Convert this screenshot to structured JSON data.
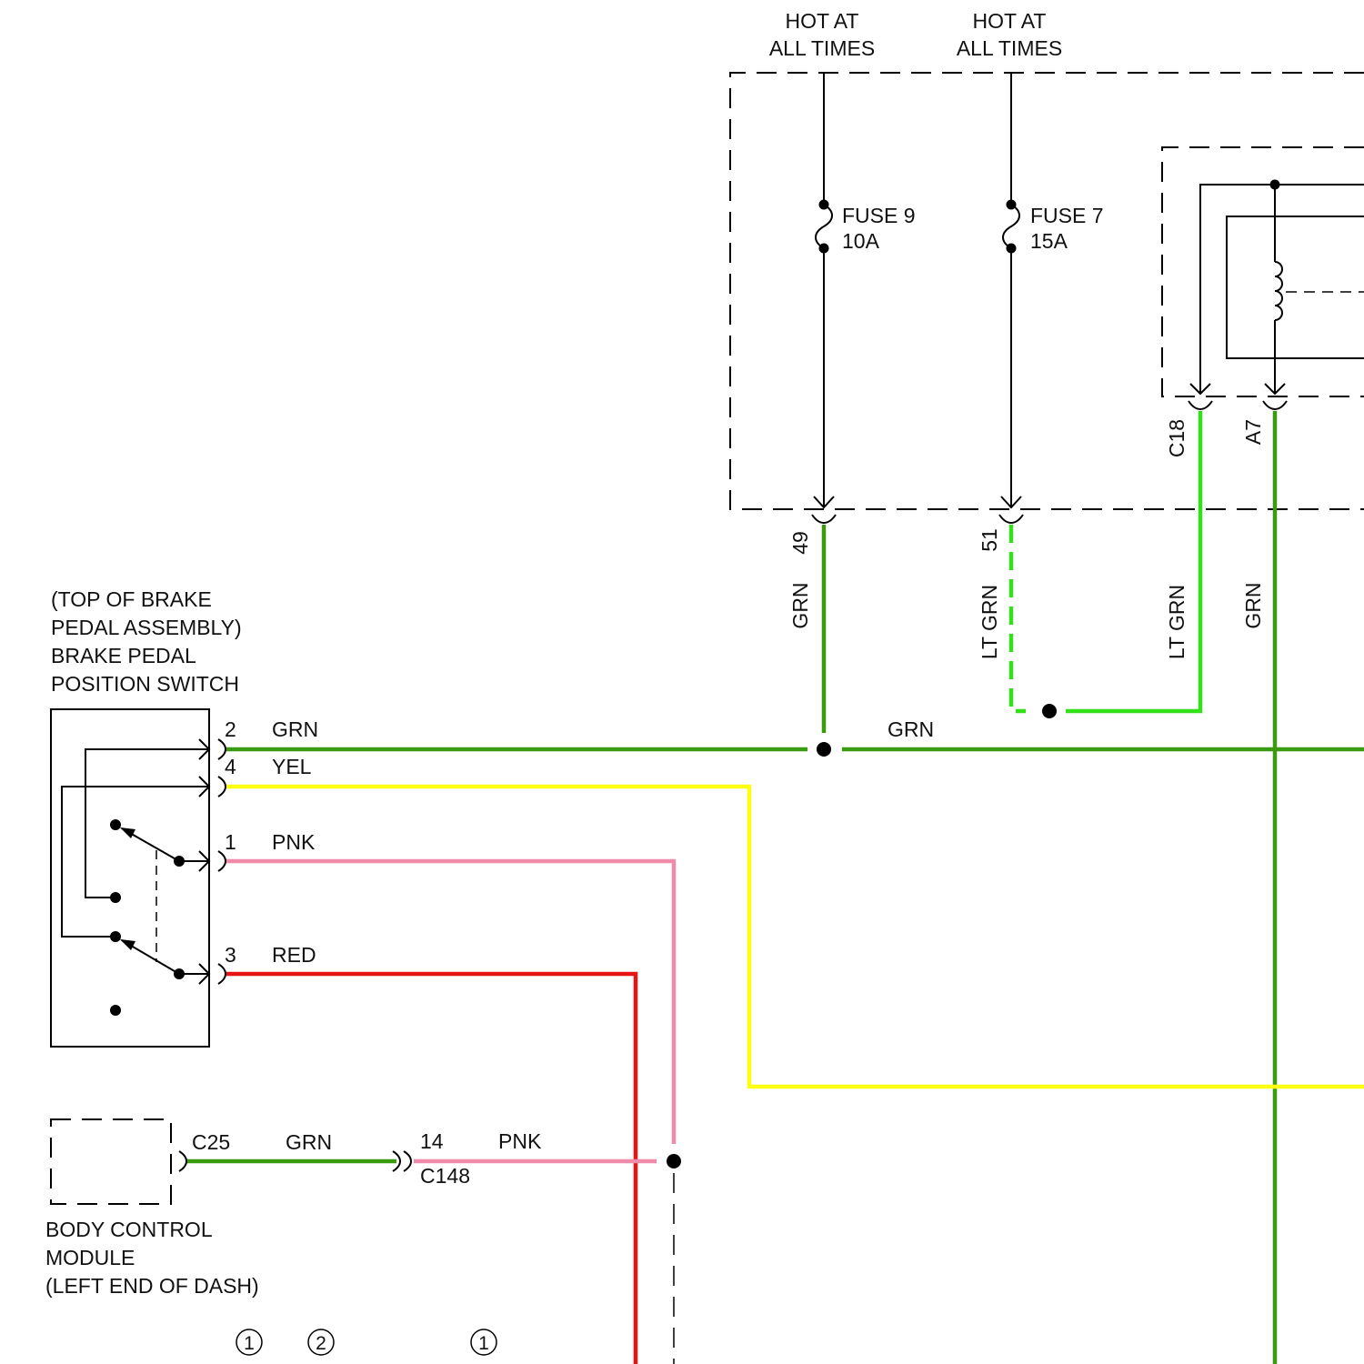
{
  "colors": {
    "grn": "#3a9a10",
    "lt_grn": "#33e01a",
    "yel": "#ffff10",
    "pnk": "#f08caa",
    "red": "#e61414",
    "line": "#000000"
  },
  "power": {
    "hot_left": [
      "HOT AT",
      "ALL TIMES"
    ],
    "hot_right": [
      "HOT AT",
      "ALL TIMES"
    ],
    "fuse9": [
      "FUSE 9",
      "10A"
    ],
    "fuse7": [
      "FUSE 7",
      "15A"
    ]
  },
  "connectors": {
    "pin_49": "49",
    "pin_51": "51",
    "c18": "C18",
    "a7": "A7",
    "c25": "C25",
    "c148_pin": "14",
    "c148": "C148"
  },
  "wires": {
    "grn_49": "GRN",
    "ltgrn_51": "LT GRN",
    "ltgrn_c18": "LT GRN",
    "grn_a7": "GRN",
    "grn_junction": "GRN",
    "grn_c25": "GRN",
    "pnk_c148": "PNK"
  },
  "switch": {
    "label": [
      "(TOP OF BRAKE",
      "PEDAL ASSEMBLY)",
      "BRAKE PEDAL",
      "POSITION SWITCH"
    ],
    "pins": [
      {
        "pin": "2",
        "color": "GRN"
      },
      {
        "pin": "4",
        "color": "YEL"
      },
      {
        "pin": "1",
        "color": "PNK"
      },
      {
        "pin": "3",
        "color": "RED"
      }
    ]
  },
  "bcm": {
    "label": [
      "BODY CONTROL",
      "MODULE",
      "(LEFT END OF DASH)"
    ]
  },
  "footnotes": [
    "1",
    "2",
    "1"
  ]
}
